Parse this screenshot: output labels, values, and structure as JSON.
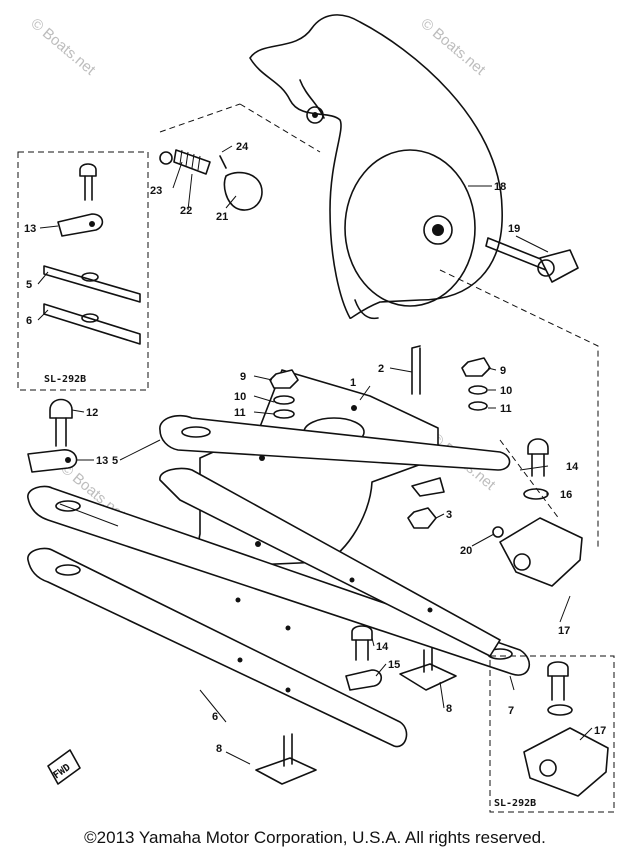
{
  "watermark": "© Boats.net",
  "inset_label": "SL-292B",
  "callouts": {
    "c1": "1",
    "c2": "2",
    "c3": "3",
    "c5a": "5",
    "c5b": "5",
    "c6a": "6",
    "c6b": "6",
    "c7": "7",
    "c8a": "8",
    "c8b": "8",
    "c9a": "9",
    "c9b": "9",
    "c10a": "10",
    "c10b": "10",
    "c11a": "11",
    "c11b": "11",
    "c12": "12",
    "c13a": "13",
    "c13b": "13",
    "c14a": "14",
    "c14b": "14",
    "c15": "15",
    "c16": "16",
    "c17a": "17",
    "c17b": "17",
    "c18": "18",
    "c19": "19",
    "c20": "20",
    "c21": "21",
    "c22": "22",
    "c23": "23",
    "c24": "24"
  },
  "direction_label": "FWD",
  "footer": "©2013 Yamaha Motor Corporation, U.S.A. All rights reserved."
}
